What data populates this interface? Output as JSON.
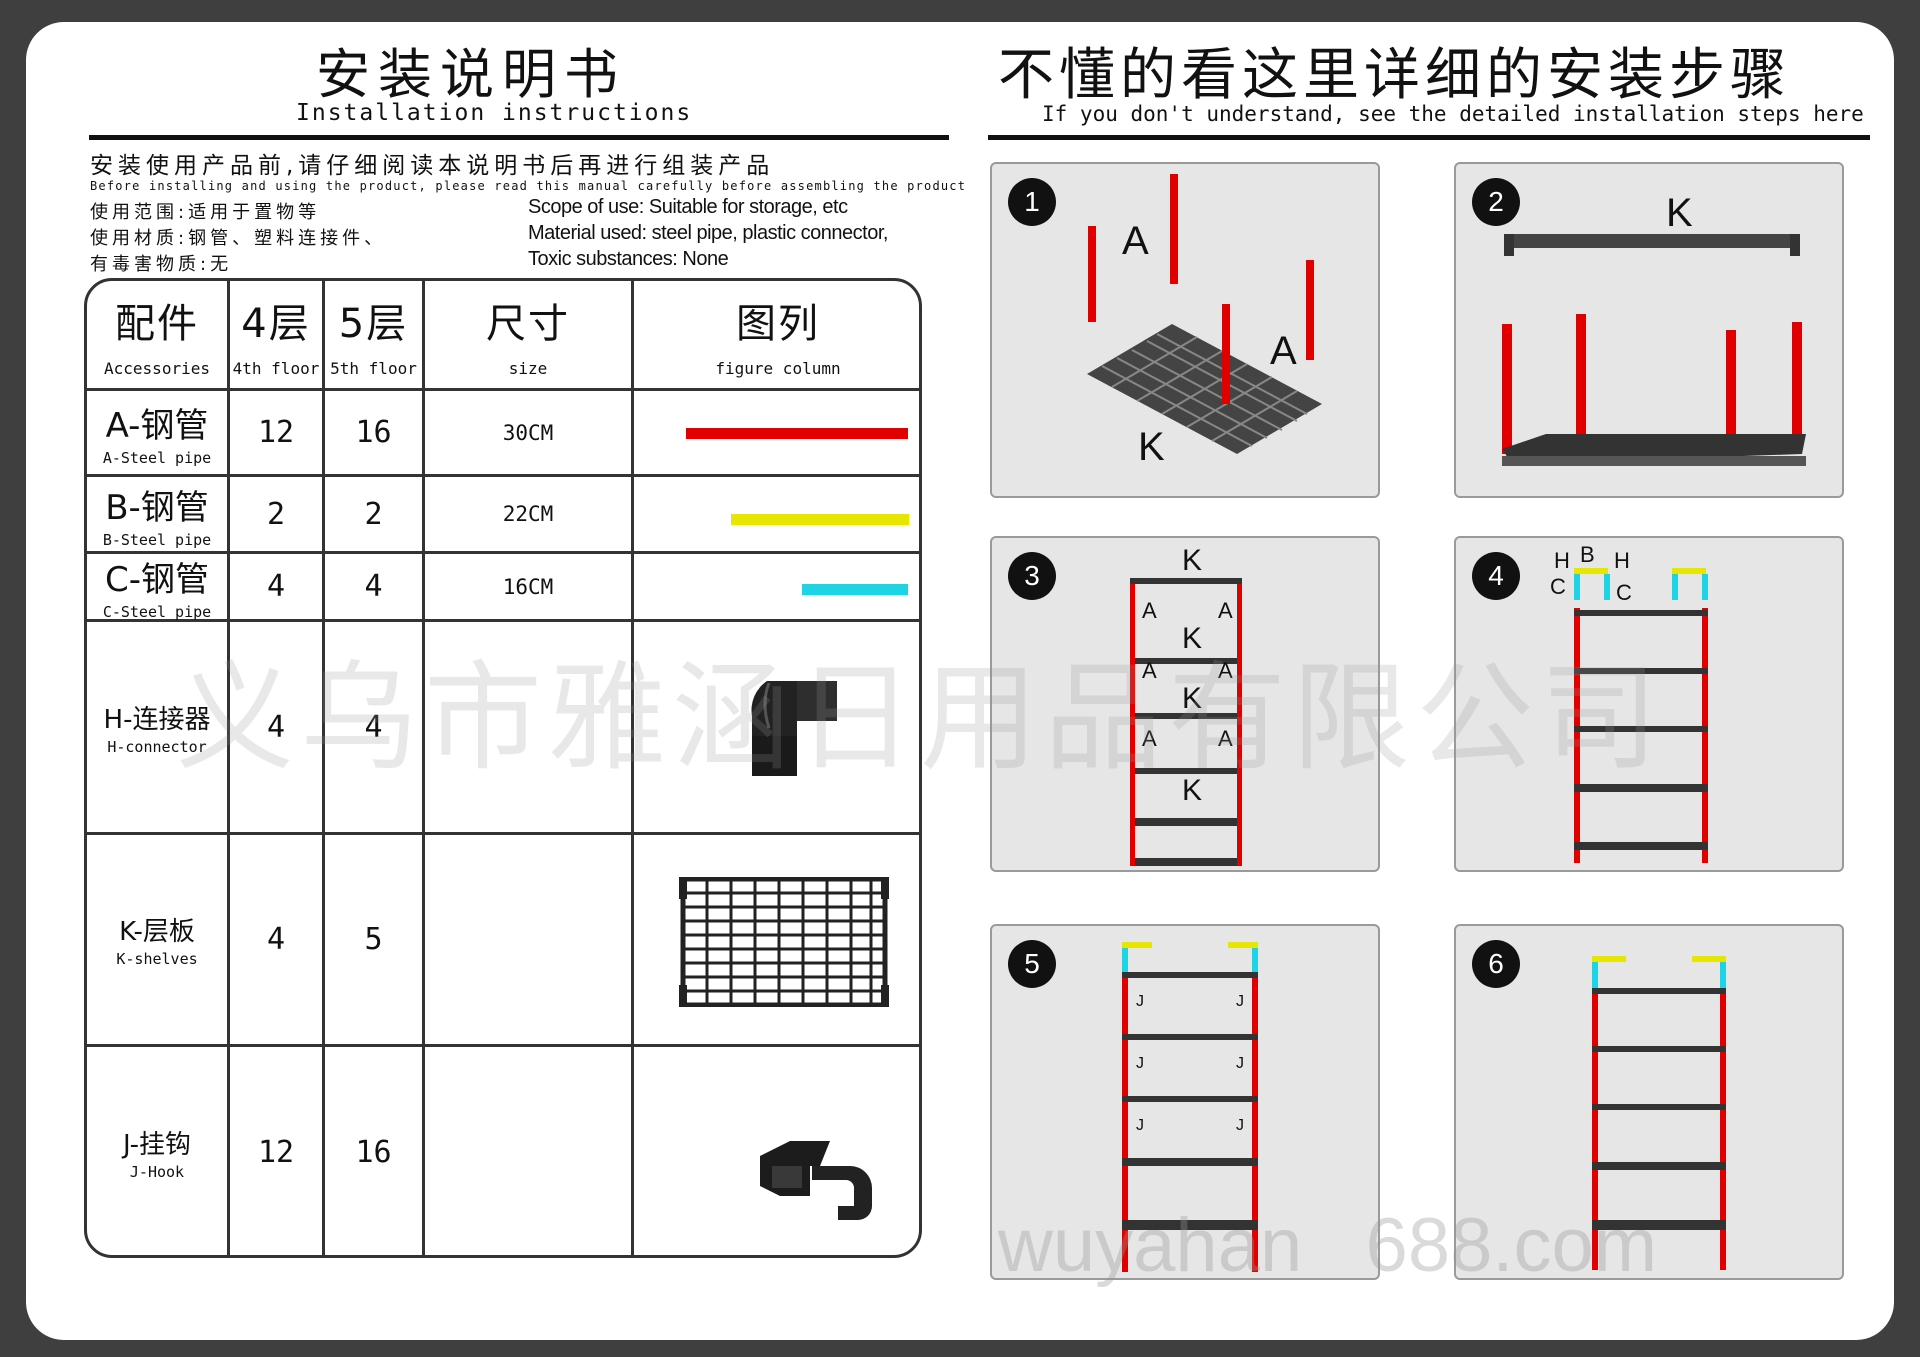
{
  "left_title": {
    "cn": "安装说明书",
    "en": "Installation instructions"
  },
  "right_title": {
    "cn": "不懂的看这里详细的安装步骤",
    "en": "If you don't understand, see the detailed installation steps here"
  },
  "intro": {
    "heading_cn": "安装使用产品前,请仔细阅读本说明书后再进行组装产品",
    "heading_en": "Before installing and using the product, please read this manual carefully before assembling the product",
    "scope_cn": "使用范围:适用于置物等",
    "material_cn": "使用材质:钢管、塑料连接件、",
    "toxic_cn": "有毒害物质:无",
    "scope_en": "Scope of use: Suitable for storage, etc",
    "material_en": "Material used: steel pipe, plastic connector,",
    "toxic_en": "Toxic substances: None"
  },
  "table": {
    "headers": [
      {
        "cn": "配件",
        "en": "Accessories"
      },
      {
        "cn": "4层",
        "en": "4th floor"
      },
      {
        "cn": "5层",
        "en": "5th floor"
      },
      {
        "cn": "尺寸",
        "en": "size"
      },
      {
        "cn": "图列",
        "en": "figure column"
      }
    ],
    "rows": [
      {
        "name_cn": "A-钢管",
        "name_en": "A-Steel pipe",
        "f4": "12",
        "f5": "16",
        "size": "30CM",
        "color": "#e00000"
      },
      {
        "name_cn": "B-钢管",
        "name_en": "B-Steel pipe",
        "f4": "2",
        "f5": "2",
        "size": "22CM",
        "color": "#e6e600"
      },
      {
        "name_cn": "C-钢管",
        "name_en": "C-Steel pipe",
        "f4": "4",
        "f5": "4",
        "size": "16CM",
        "color": "#1ed4e4"
      },
      {
        "name_cn": "H-连接器",
        "name_en": "H-connector",
        "f4": "4",
        "f5": "4",
        "size": "",
        "icon": "elbow-connector"
      },
      {
        "name_cn": "K-层板",
        "name_en": "K-shelves",
        "f4": "4",
        "f5": "5",
        "size": "",
        "icon": "grid-shelf"
      },
      {
        "name_cn": "J-挂钩",
        "name_en": "J-Hook",
        "f4": "12",
        "f5": "16",
        "size": "",
        "icon": "j-hook"
      }
    ]
  },
  "steps": [
    {
      "num": "1",
      "labels": [
        "A",
        "A",
        "K"
      ]
    },
    {
      "num": "2",
      "labels": [
        "K"
      ]
    },
    {
      "num": "3",
      "labels": [
        "K",
        "A",
        "A",
        "K",
        "A",
        "A",
        "K",
        "A",
        "A",
        "K"
      ]
    },
    {
      "num": "4",
      "labels": [
        "H",
        "B",
        "H",
        "C",
        "C"
      ]
    },
    {
      "num": "5",
      "labels": [
        "J"
      ]
    },
    {
      "num": "6",
      "labels": []
    }
  ],
  "watermarks": {
    "company": "义乌市雅涵日用品有限公司",
    "site": "wuyahan   688.com"
  }
}
